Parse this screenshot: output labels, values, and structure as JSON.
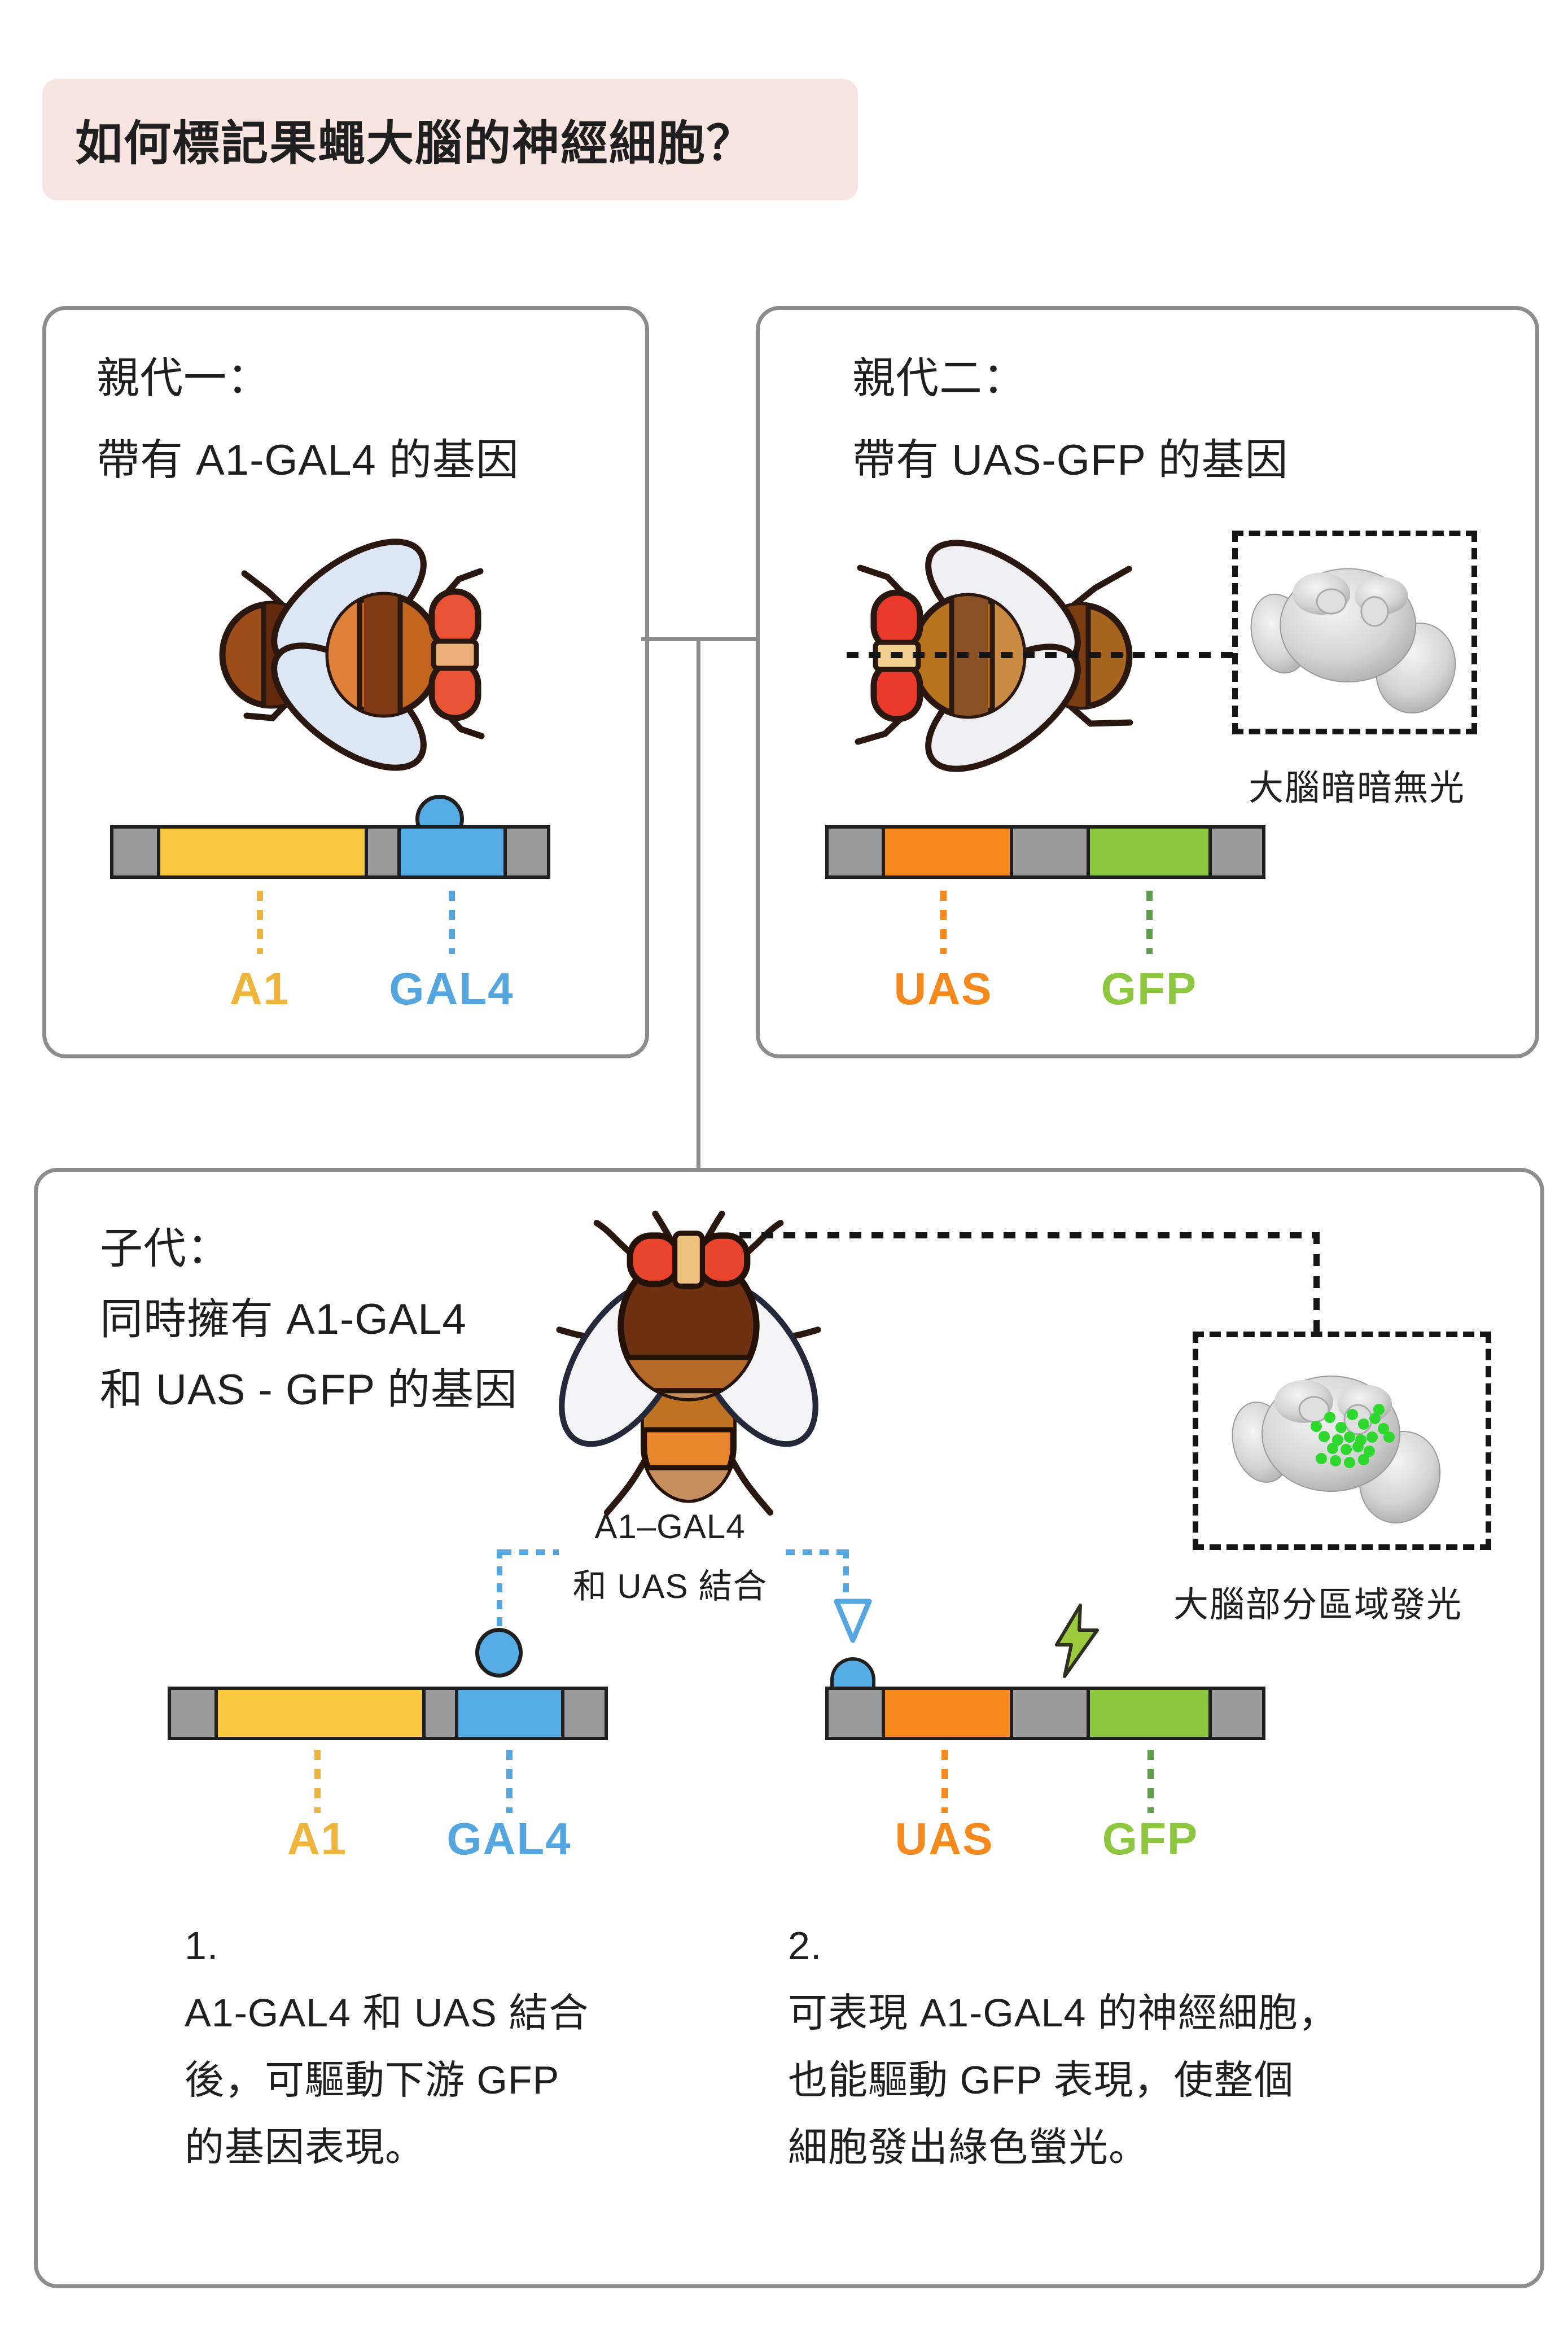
{
  "title": "如何標記果蠅大腦的神經細胞？",
  "parent1": {
    "heading_line1": "親代一：",
    "heading_line2": "帶有 A1-GAL4 的基因"
  },
  "parent2": {
    "heading_line1": "親代二：",
    "heading_line2": "帶有 UAS-GFP 的基因",
    "brain_caption": "大腦暗暗無光"
  },
  "offspring": {
    "heading_line1": "子代：",
    "heading_line2": "同時擁有 A1-GAL4",
    "heading_line3": "和 UAS - GFP 的基因",
    "binding_line1": "A1–GAL4",
    "binding_line2": "和 UAS 結合",
    "brain_caption": "大腦部分區域發光",
    "step1_number": "1.",
    "step1_line1": "A1-GAL4 和 UAS 結合",
    "step1_line2": "後，可驅動下游 GFP",
    "step1_line3": "的基因表現。",
    "step2_number": "2.",
    "step2_line1": "可表現 A1-GAL4 的神經細胞，",
    "step2_line2": "也能驅動 GFP 表現，使整個",
    "step2_line3": "細胞發出綠色螢光。"
  },
  "gene_labels": {
    "a1": "A1",
    "gal4": "GAL4",
    "uas": "UAS",
    "gfp": "GFP"
  },
  "gene_bars": {
    "a1_gal4": {
      "segments": [
        {
          "name": "linker",
          "color": "#9B9B9B",
          "width": 10
        },
        {
          "name": "A1",
          "color": "#F8C93E",
          "width": 48
        },
        {
          "name": "linker",
          "color": "#9B9B9B",
          "width": 7.5
        },
        {
          "name": "GAL4",
          "color": "#55ACE4",
          "width": 24.5
        },
        {
          "name": "linker",
          "color": "#9B9B9B",
          "width": 10
        }
      ]
    },
    "uas_gfp": {
      "segments": [
        {
          "name": "linker",
          "color": "#9B9B9B",
          "width": 12.3
        },
        {
          "name": "UAS",
          "color": "#F5891D",
          "width": 29.5
        },
        {
          "name": "linker",
          "color": "#9B9B9B",
          "width": 17.7
        },
        {
          "name": "GFP",
          "color": "#8DC63F",
          "width": 28.2
        },
        {
          "name": "linker",
          "color": "#9B9B9B",
          "width": 12.3
        }
      ]
    }
  },
  "colors": {
    "title_bg": "#F8E5E2",
    "panel_border": "#8C8C8C",
    "segment_gray": "#9B9B9B",
    "a1_yellow": "#F8C93E",
    "gal4_blue": "#55ACE4",
    "uas_orange": "#F5891D",
    "gfp_green": "#8DC63F",
    "gfp_dash_green": "#5C9E47",
    "gfp_signal_green": "#2FD82F",
    "outline_black": "#1F1F1F"
  },
  "icons": {
    "fly_parent1": "fruit-fly-facing-right-icon",
    "fly_parent2": "fruit-fly-facing-left-icon",
    "fly_offspring": "fruit-fly-top-view-icon",
    "brain_dark": "brain-3d-gray-icon",
    "brain_glowing": "brain-3d-green-dots-icon",
    "gal4_protein": "gal4-protein-ball-icon",
    "binding_arrow": "open-triangle-down-icon",
    "expression": "lightning-bolt-icon"
  }
}
